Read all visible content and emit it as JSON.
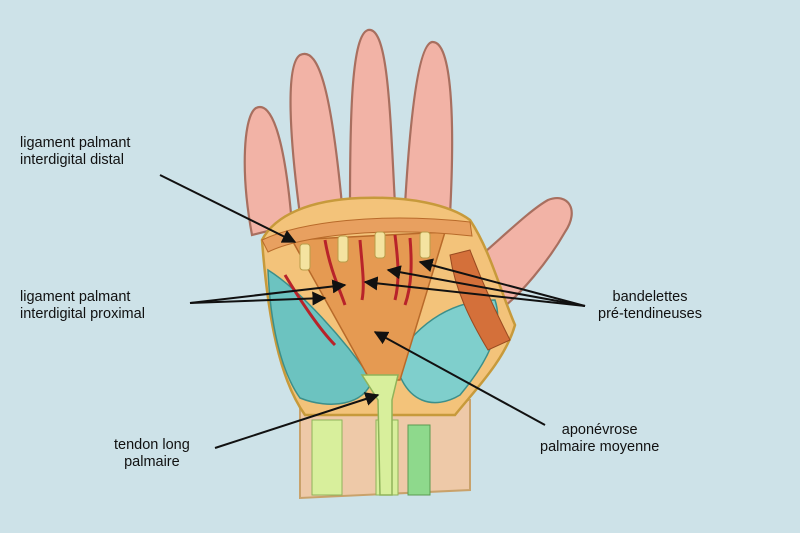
{
  "labels": {
    "distal": [
      "ligament palmant",
      "interdigital distal"
    ],
    "proximal": [
      "ligament palmant",
      "interdigital proximal"
    ],
    "tendon": [
      "tendon long",
      "palmaire"
    ],
    "bandelettes": [
      "bandelettes",
      "pré-tendineuses"
    ],
    "aponevrose": [
      "aponévrose",
      "palmaire moyenne"
    ]
  },
  "colors": {
    "background": "#cde2e8",
    "skin": "#f2b3a6",
    "fascia": "#e59a52",
    "muscle": "#6cc3c0",
    "tendon": "#d8ef9c",
    "artery": "#b8232a",
    "arrow": "#111111"
  }
}
